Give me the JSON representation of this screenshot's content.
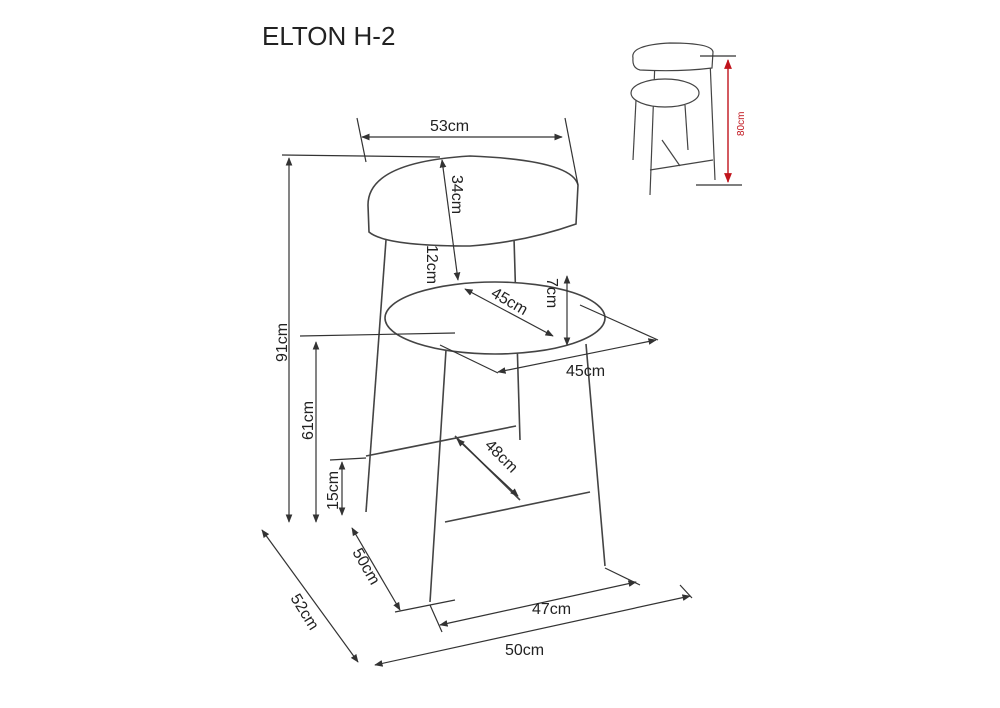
{
  "title": "ELTON H-2",
  "dimensions": {
    "back_width": "53cm",
    "total_height": "91cm",
    "seat_height": "61cm",
    "footrest_height": "15cm",
    "backrest_height": "34cm",
    "back_to_seat_gap": "12cm",
    "seat_width": "45cm",
    "seat_thickness": "7cm",
    "seat_depth": "45cm",
    "footrest_length": "48cm",
    "base_depth_inner": "50cm",
    "total_depth": "52cm",
    "base_width_inner": "47cm",
    "total_width": "50cm"
  },
  "thumbnail": {
    "height_label": "80cm",
    "accent_color": "#c0141c"
  }
}
